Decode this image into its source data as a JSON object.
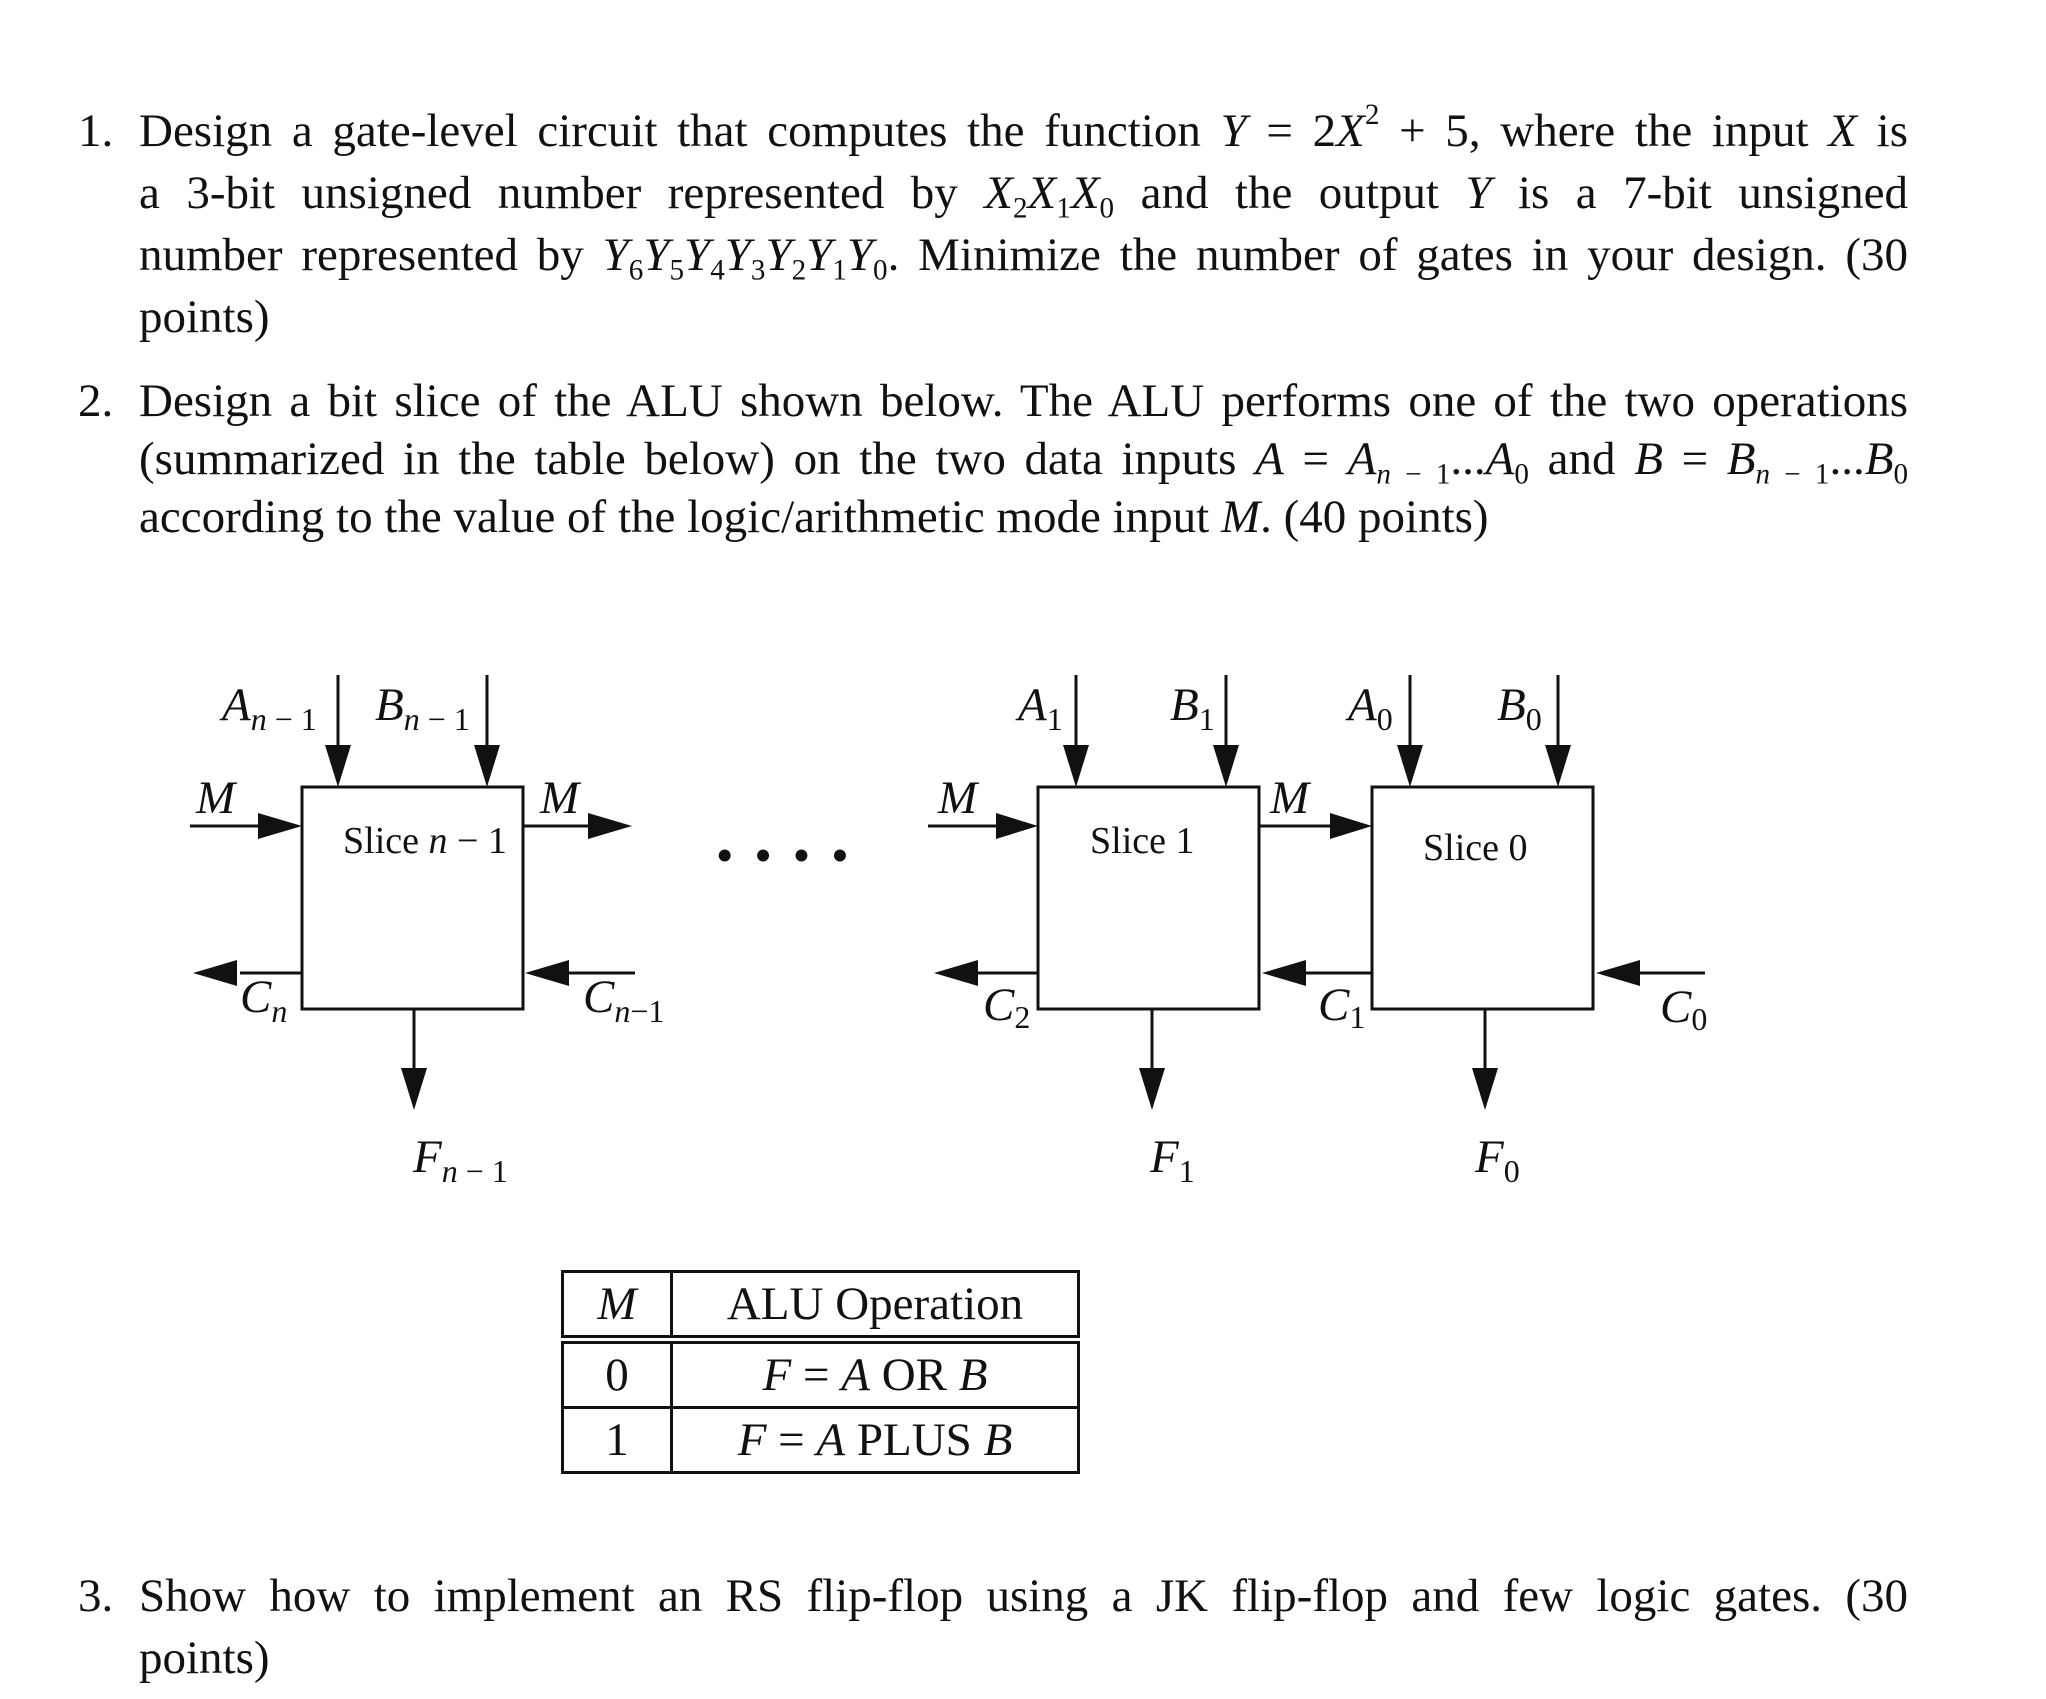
{
  "questions": [
    {
      "number": "1.",
      "lines": [
        "Design a gate-level circuit that computes the function",
        "a 3-bit unsigned number represented by",
        "and the output",
        "is a 7-bit unsigned",
        "number represented by",
        ". Minimize the number of gates in your design. (30",
        "points)"
      ],
      "formula": "Y = 2X² + 5",
      "input_var": "X",
      "output_var": "Y",
      "after_formula": ", where the input",
      "is_word": "is",
      "x_bits": "X₂X₁X₀",
      "y_bits": "Y₆Y₅Y₄Y₃Y₂Y₁Y₀"
    },
    {
      "number": "2.",
      "line1": "Design a bit slice of the ALU shown below. The ALU performs one of the two operations",
      "line2a": "(summarized in the table below) on the two data inputs",
      "line2b": "and",
      "line3": "according to the value of the logic/arithmetic mode input",
      "line3_var": "M",
      "line3_end": ". (40 points)"
    },
    {
      "number": "3.",
      "line1": "Show how to implement an RS flip-flop using a JK flip-flop and few logic gates. (30",
      "line2": "points)"
    }
  ],
  "diagram": {
    "slices": [
      {
        "label": "Slice n − 1",
        "a": "A n − 1",
        "b": "B n − 1",
        "f": "F n − 1",
        "cin": "C n−1",
        "cout": "C n"
      },
      {
        "label": "Slice 1",
        "a": "A1",
        "b": "B1",
        "f": "F1",
        "cin": "C1",
        "cout": "C2"
      },
      {
        "label": "Slice 0",
        "a": "A0",
        "b": "B0",
        "f": "F0",
        "cin": "C0",
        "cout": "C1"
      }
    ],
    "mode_label": "M",
    "ellipsis": "• • • •"
  },
  "table": {
    "headers": [
      "M",
      "ALU Operation"
    ],
    "rows": [
      {
        "m": "0",
        "op": "F = A OR B"
      },
      {
        "m": "1",
        "op": "F = A PLUS B"
      }
    ]
  }
}
